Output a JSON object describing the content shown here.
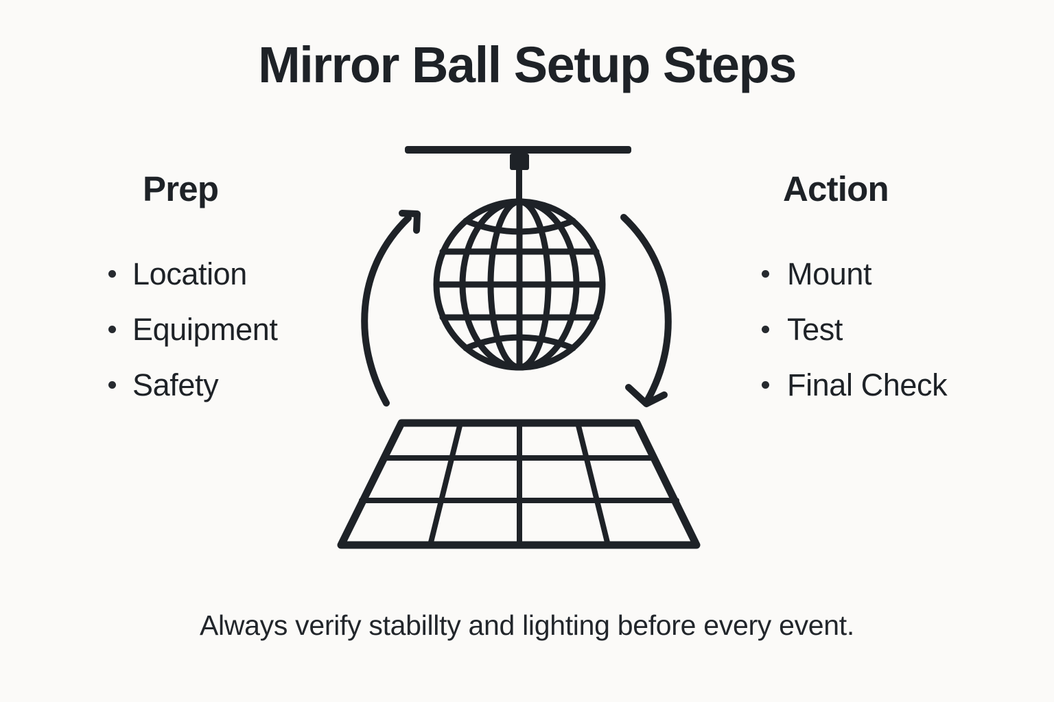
{
  "page": {
    "title": "Mirror Ball Setup Steps",
    "background_color": "#fbfaf8",
    "ink_color": "#1e2227"
  },
  "columns": {
    "left": {
      "heading": "Prep",
      "items": [
        {
          "label": "Location"
        },
        {
          "label": "Equipment"
        },
        {
          "label": "Safety"
        }
      ]
    },
    "right": {
      "heading": "Action",
      "items": [
        {
          "label": "Mount"
        },
        {
          "label": "Test"
        },
        {
          "label": "Final Check"
        }
      ]
    }
  },
  "graphic": {
    "ceiling_bar": "ceiling-mount-bar",
    "bracket": "mount-bracket",
    "rod": "hanging-rod",
    "ball": "mirror-ball-sphere",
    "arrow_left": "rotation-arrow-up-left",
    "arrow_right": "rotation-arrow-down-right",
    "floor": "perspective-floor-grid",
    "floor_columns": 4,
    "floor_rows": 3,
    "ball_latitudes": 4,
    "ball_meridians": 6
  },
  "footer": {
    "note": "Always verify stabillty and lighting before every event."
  }
}
